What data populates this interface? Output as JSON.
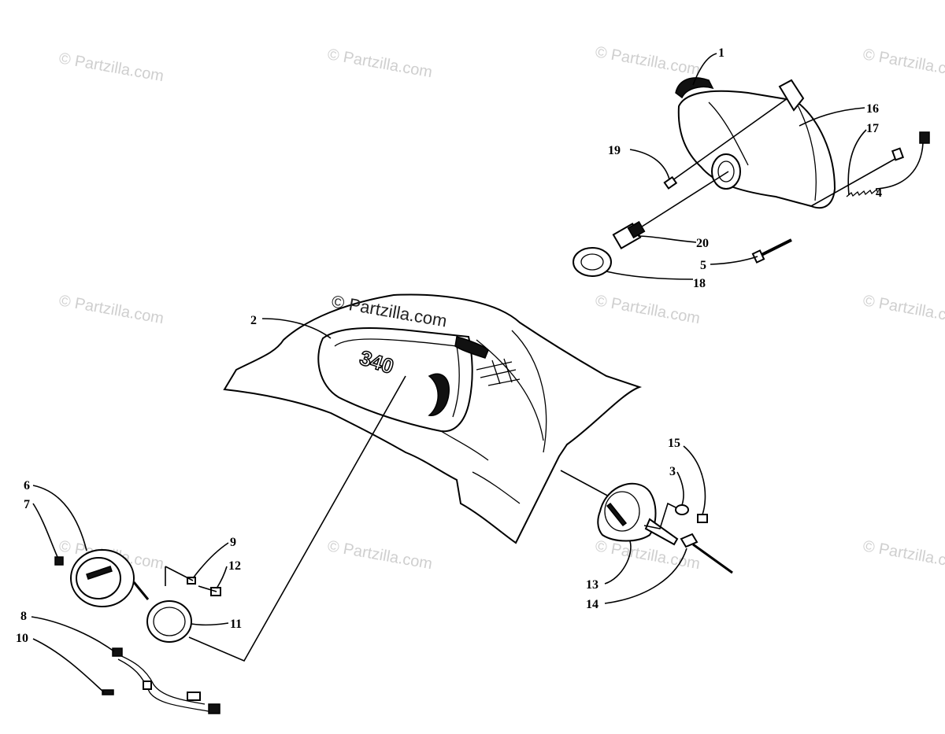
{
  "watermark": {
    "text": "© Partzilla.com",
    "center_text": "© Partzilla.com"
  },
  "callouts": [
    "1",
    "2",
    "3",
    "4",
    "5",
    "6",
    "7",
    "8",
    "9",
    "10",
    "11",
    "12",
    "13",
    "14",
    "15",
    "16",
    "17",
    "18",
    "19",
    "20"
  ],
  "decal_text": "340",
  "colors": {
    "ink": "#000000",
    "watermark": "#cfcfcf",
    "background": "#ffffff"
  }
}
